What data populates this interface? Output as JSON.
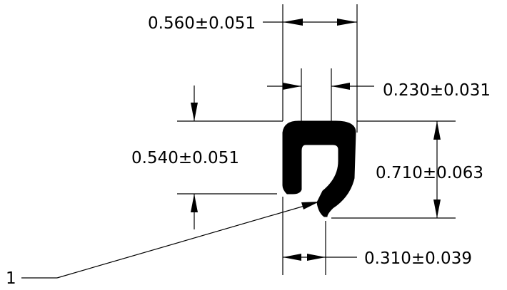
{
  "dimensions": {
    "top_width": "0.560±0.051",
    "slot_width": "0.230±0.031",
    "left_height": "0.540±0.051",
    "overall_height": "0.710±0.063",
    "bottom_offset": "0.310±0.039"
  },
  "callout": {
    "label": "1"
  },
  "colors": {
    "ink": "#000000",
    "background": "#ffffff"
  }
}
